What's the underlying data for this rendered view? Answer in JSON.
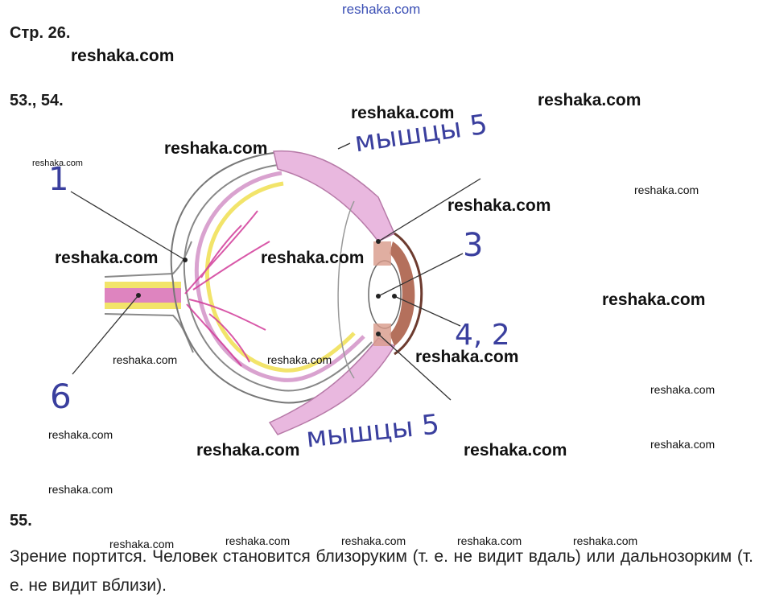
{
  "page": {
    "source_watermark": "reshaka.com",
    "page_heading": "Стр. 26.",
    "task_heading": "53., 54.",
    "task55_heading": "55.",
    "answer_text": "Зрение портится. Человек становится близоруким (т. е. не видит вдаль) или дальнозорким (т. е. не видит вблизи)."
  },
  "figure": {
    "labels": {
      "label_1": "1",
      "label_3": "3",
      "label_42": "4, 2",
      "label_6": "6",
      "label_muscles_top": "мышцы 5",
      "label_muscles_bottom": "мышцы 5"
    },
    "colors": {
      "sclera": "#7a7a7a",
      "retina_yellow": "#f2e46a",
      "muscle_pink": "#e7a6dc",
      "vessels": "#d23b9a",
      "iris": "#8b4a3a",
      "ink_blue": "#3a3f9e"
    }
  },
  "watermarks": {
    "w1": "reshaka.com",
    "w2": "reshaka.com",
    "w3": "reshaka.com",
    "w4": "reshaka.com",
    "w5": "reshaka.com",
    "w6": "reshaka.com",
    "w7": "reshaka.com",
    "w8": "reshaka.com",
    "w9": "reshaka.com",
    "w10": "reshaka.com",
    "w11": "reshaka.com",
    "w12": "reshaka.com",
    "w13": "reshaka.com",
    "w14": "reshaka.com",
    "w15": "reshaka.com",
    "w16": "reshaka.com",
    "w17": "reshaka.com",
    "w18": "reshaka.com",
    "w19": "reshaka.com",
    "w20": "reshaka.com",
    "w21": "reshaka.com",
    "w22": "reshaka.com",
    "w23": "reshaka.com",
    "w24": "reshaka.com"
  }
}
